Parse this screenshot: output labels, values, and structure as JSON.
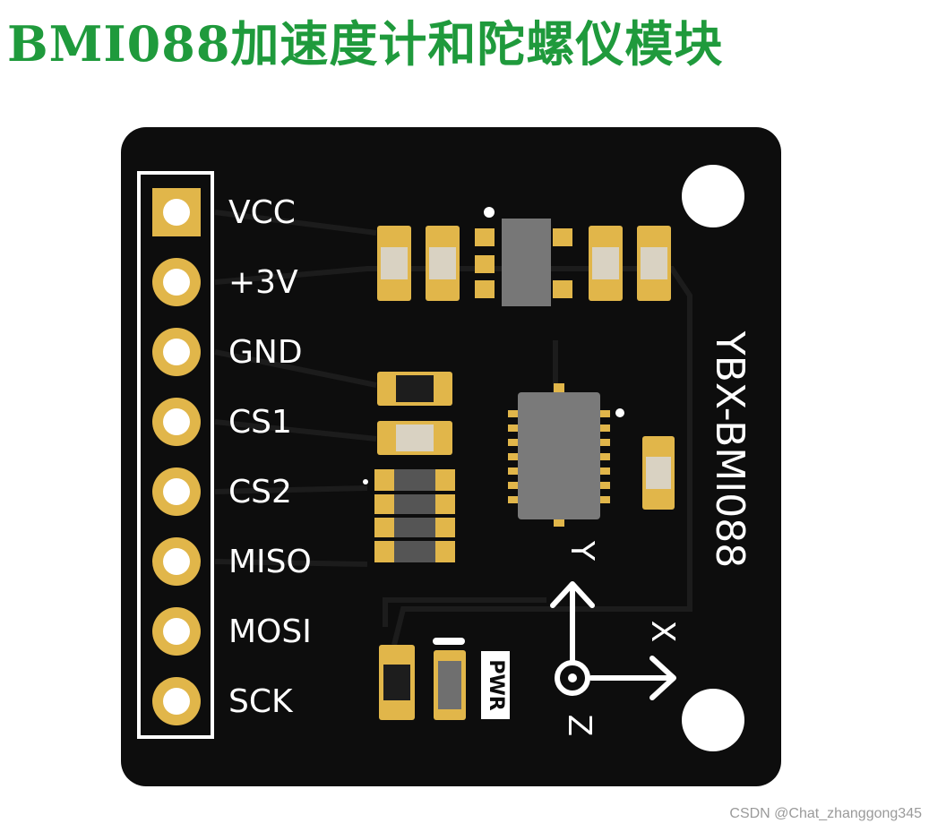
{
  "title": "BMI088加速度计和陀螺仪模块",
  "board": {
    "model": "YBX-BMI088",
    "pins": [
      "VCC",
      "+3V",
      "GND",
      "CS1",
      "CS2",
      "MISO",
      "MOSI",
      "SCK"
    ],
    "led_label": "PWR",
    "axes": {
      "x": "X",
      "y": "Y",
      "z": "Z"
    }
  },
  "watermark": "CSDN @Chat_zhanggong345",
  "colors": {
    "pcb": "#0d0d0d",
    "silkscreen": "#ffffff",
    "pad_gold": "#e1b64a",
    "title_green": "#1f9a3c"
  }
}
